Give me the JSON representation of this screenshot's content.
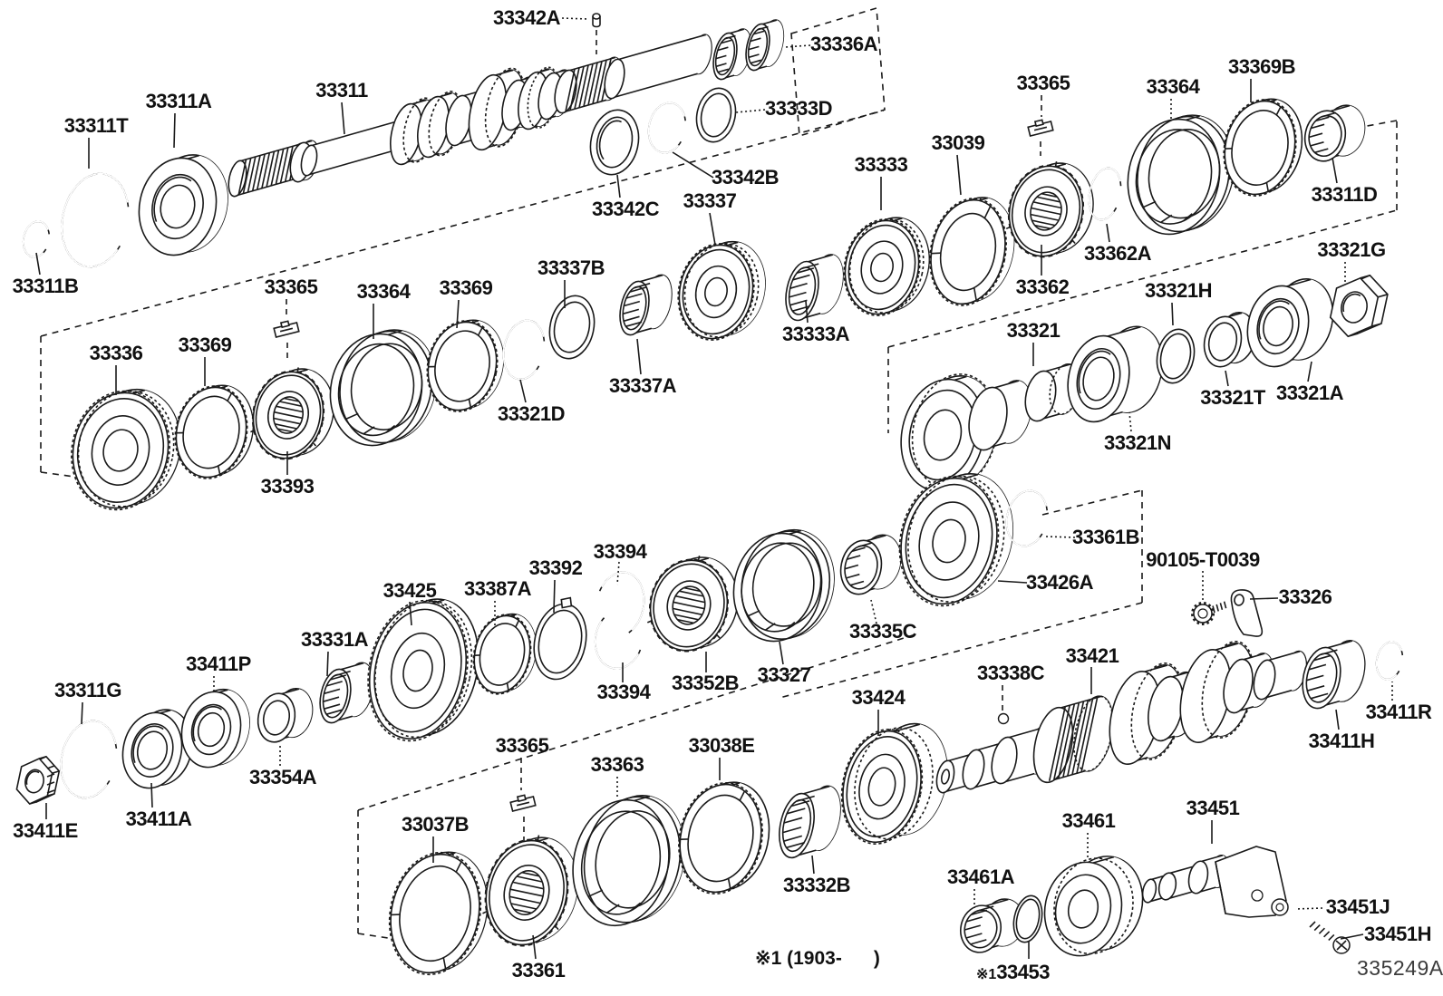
{
  "diagram": {
    "figure_code": "335249A",
    "footnote": "※1 (1903-      )",
    "colors": {
      "ink": "#1a1a1a",
      "background": "#ffffff"
    }
  },
  "labels": [
    {
      "id": "33342A",
      "text": "33342A"
    },
    {
      "id": "33336A",
      "text": "33336A"
    },
    {
      "id": "33311",
      "text": "33311"
    },
    {
      "id": "33311A",
      "text": "33311A"
    },
    {
      "id": "33311T",
      "text": "33311T"
    },
    {
      "id": "33333D",
      "text": "33333D"
    },
    {
      "id": "33311B",
      "text": "33311B"
    },
    {
      "id": "33342B",
      "text": "33342B"
    },
    {
      "id": "33342C",
      "text": "33342C"
    },
    {
      "id": "33337",
      "text": "33337"
    },
    {
      "id": "33333",
      "text": "33333"
    },
    {
      "id": "33039",
      "text": "33039"
    },
    {
      "id": "33365-top",
      "text": "33365"
    },
    {
      "id": "33364-top",
      "text": "33364"
    },
    {
      "id": "33369B",
      "text": "33369B"
    },
    {
      "id": "33311D",
      "text": "33311D"
    },
    {
      "id": "33362",
      "text": "33362"
    },
    {
      "id": "33362A",
      "text": "33362A"
    },
    {
      "id": "33321G",
      "text": "33321G"
    },
    {
      "id": "33337B",
      "text": "33337B"
    },
    {
      "id": "33369-mid",
      "text": "33369"
    },
    {
      "id": "33364-mid",
      "text": "33364"
    },
    {
      "id": "33365-mid",
      "text": "33365"
    },
    {
      "id": "33336",
      "text": "33336"
    },
    {
      "id": "33369-left",
      "text": "33369"
    },
    {
      "id": "33393",
      "text": "33393"
    },
    {
      "id": "33321D",
      "text": "33321D"
    },
    {
      "id": "33337A",
      "text": "33337A"
    },
    {
      "id": "33333A",
      "text": "33333A"
    },
    {
      "id": "33321",
      "text": "33321"
    },
    {
      "id": "33321H",
      "text": "33321H"
    },
    {
      "id": "33321T",
      "text": "33321T"
    },
    {
      "id": "33321A",
      "text": "33321A"
    },
    {
      "id": "33321N",
      "text": "33321N"
    },
    {
      "id": "33361B",
      "text": "33361B"
    },
    {
      "id": "33426A",
      "text": "33426A"
    },
    {
      "id": "90105-T0039",
      "text": "90105-T0039"
    },
    {
      "id": "33326",
      "text": "33326"
    },
    {
      "id": "33327",
      "text": "33327"
    },
    {
      "id": "33335C",
      "text": "33335C"
    },
    {
      "id": "33352B",
      "text": "33352B"
    },
    {
      "id": "33394-top",
      "text": "33394"
    },
    {
      "id": "33394-bottom",
      "text": "33394"
    },
    {
      "id": "33392",
      "text": "33392"
    },
    {
      "id": "33387A",
      "text": "33387A"
    },
    {
      "id": "33425",
      "text": "33425"
    },
    {
      "id": "33331A",
      "text": "33331A"
    },
    {
      "id": "33411P",
      "text": "33411P"
    },
    {
      "id": "33311G",
      "text": "33311G"
    },
    {
      "id": "33354A",
      "text": "33354A"
    },
    {
      "id": "33411A",
      "text": "33411A"
    },
    {
      "id": "33411E",
      "text": "33411E"
    },
    {
      "id": "33365-bottom",
      "text": "33365"
    },
    {
      "id": "33363",
      "text": "33363"
    },
    {
      "id": "33038E",
      "text": "33038E"
    },
    {
      "id": "33037B",
      "text": "33037B"
    },
    {
      "id": "33361",
      "text": "33361"
    },
    {
      "id": "33332B",
      "text": "33332B"
    },
    {
      "id": "33424",
      "text": "33424"
    },
    {
      "id": "33338C",
      "text": "33338C"
    },
    {
      "id": "33421",
      "text": "33421"
    },
    {
      "id": "33411R",
      "text": "33411R"
    },
    {
      "id": "33411H",
      "text": "33411H"
    },
    {
      "id": "33461",
      "text": "33461"
    },
    {
      "id": "33451",
      "text": "33451"
    },
    {
      "id": "33461A",
      "text": "33461A"
    },
    {
      "id": "33451J",
      "text": "33451J"
    },
    {
      "id": "33451H",
      "text": "33451H"
    }
  ],
  "special_label": {
    "prefix": "※1",
    "text": "33453"
  }
}
